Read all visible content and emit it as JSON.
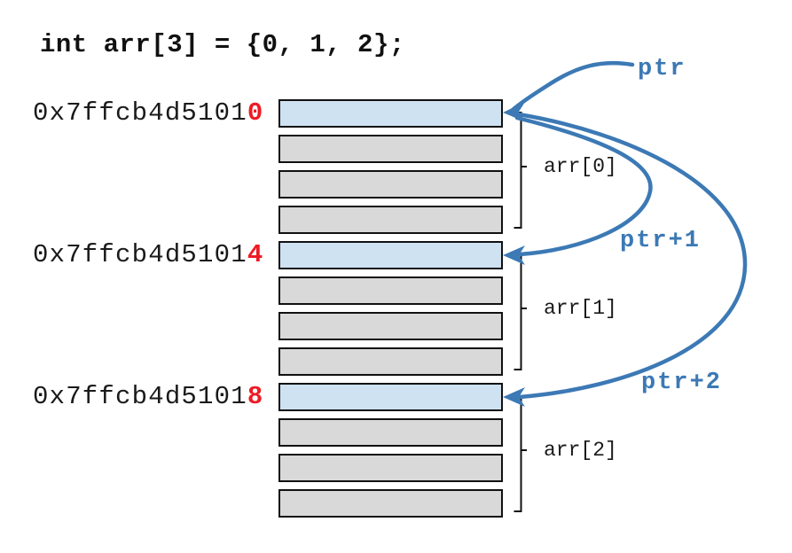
{
  "title": "int arr[3] = {0, 1, 2};",
  "colors": {
    "arrow_blue": "#3c79b5",
    "address_highlight_red": "#ed1c24",
    "value_cell_fill": "#cfe2f2",
    "byte_cell_fill": "#d9d9d9",
    "cell_border": "#111111"
  },
  "memory": {
    "cells_per_element": 4,
    "groups": [
      {
        "address_prefix": "0x7ffcb4d5101",
        "address_suffix": "0",
        "index_label": "arr[0]",
        "pointer_label": "ptr"
      },
      {
        "address_prefix": "0x7ffcb4d5101",
        "address_suffix": "4",
        "index_label": "arr[1]",
        "pointer_label": "ptr+1"
      },
      {
        "address_prefix": "0x7ffcb4d5101",
        "address_suffix": "8",
        "index_label": "arr[2]",
        "pointer_label": "ptr+2"
      }
    ]
  }
}
